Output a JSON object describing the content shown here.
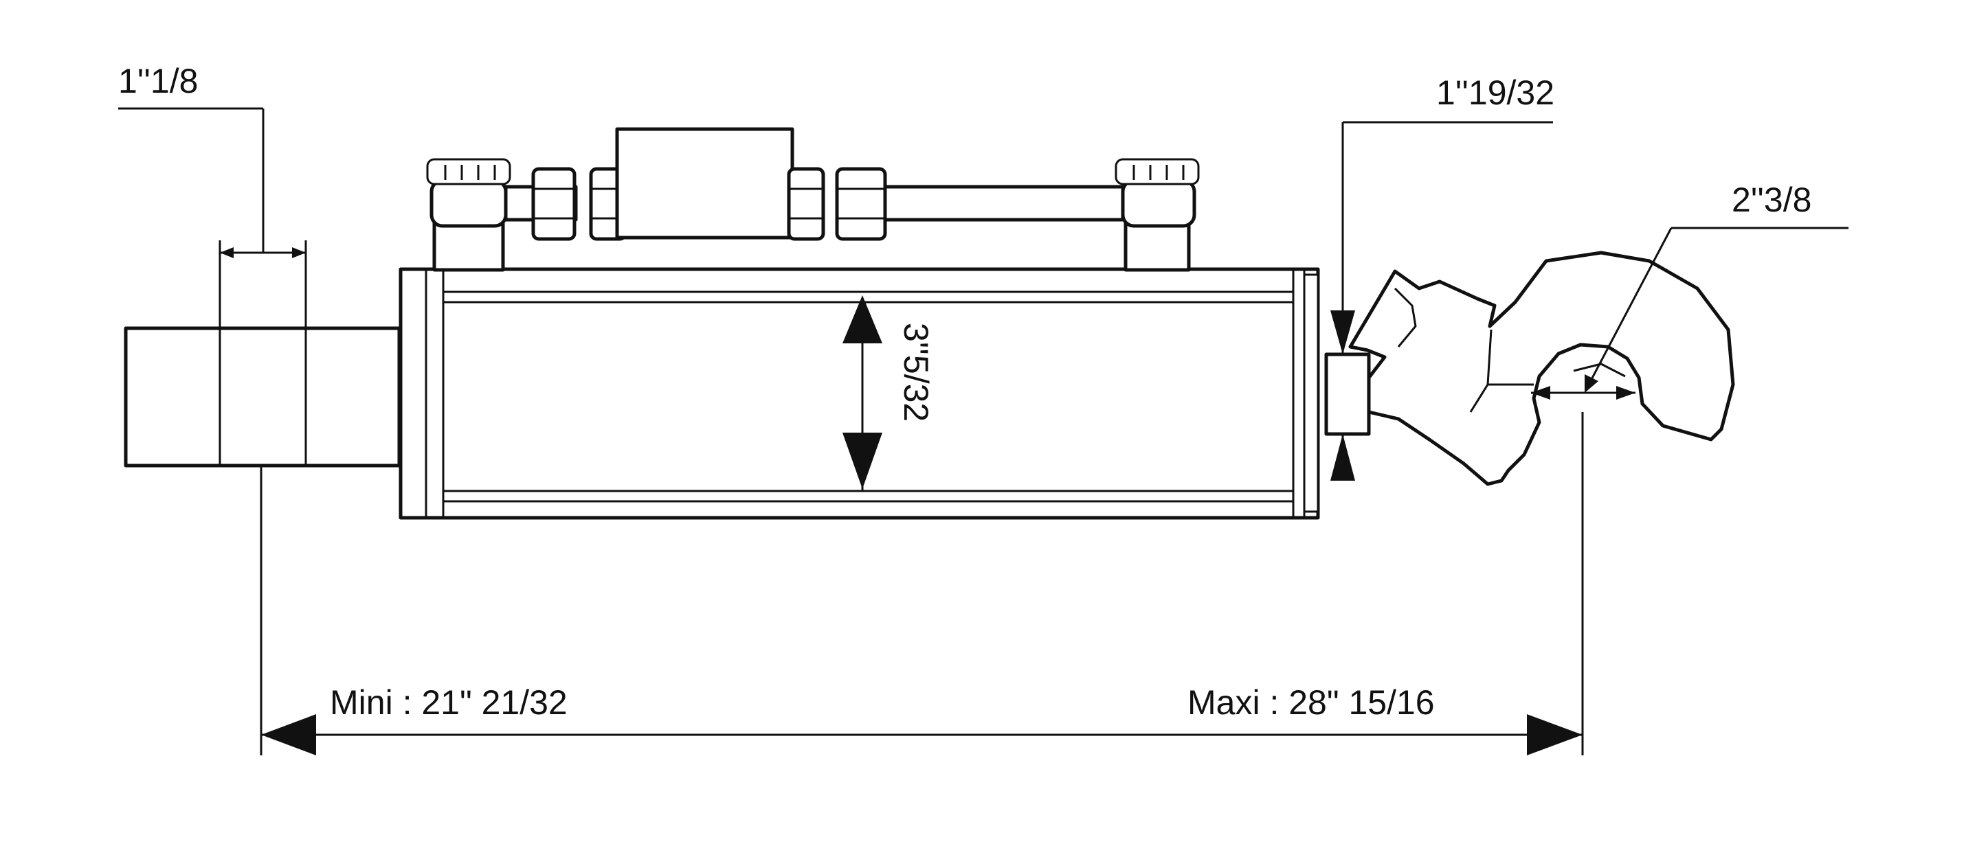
{
  "dimensions": {
    "pin_diameter": "1''1/8",
    "ball_width": "1''19/32",
    "hook_opening": "2''3/8",
    "cylinder_diameter": "3''5/32",
    "length_min": "Mini : 21\" 21/32",
    "length_max": "Maxi : 28\" 15/16"
  },
  "colors": {
    "line": "#111111",
    "background": "#ffffff"
  }
}
